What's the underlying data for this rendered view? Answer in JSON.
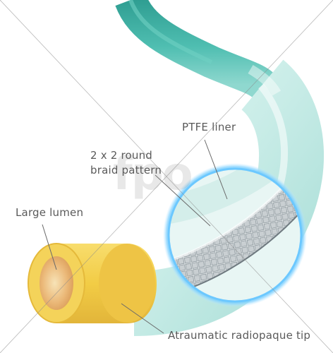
{
  "labels": {
    "ptfe_liner": "PTFE liner",
    "braid_line1": "2 x 2 round",
    "braid_line2": "braid pattern",
    "large_lumen": "Large lumen",
    "tip": "Atraumatic radiopaque tip"
  },
  "watermark": "fpo",
  "colors": {
    "teal_dark": "#2aa294",
    "teal_light": "#bfe9e4",
    "tip_yellow": "#f2cf4a",
    "lumen_peach": "#e9b06f",
    "halo_blue": "#3fb3f0",
    "braid_silver": "#8f9aa0",
    "label_gray": "#5a5a5a"
  },
  "icons": [
    "catheter-illustration",
    "braid-magnifier",
    "fpo-watermark"
  ]
}
